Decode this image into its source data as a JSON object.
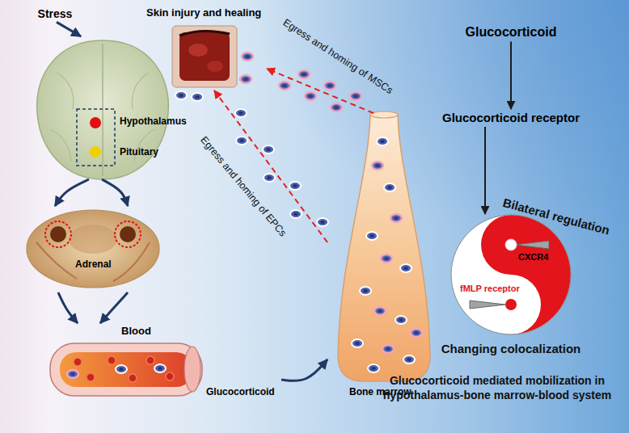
{
  "diagram": {
    "nodes": [
      {
        "text": [
          "Stress"
        ]
      },
      {
        "text": [
          "Hypothalamus",
          "Pituitary"
        ]
      },
      {
        "text": [
          "Adrenal"
        ]
      },
      {
        "text": [
          "Blood",
          "Glucocorticoid"
        ]
      },
      {
        "text": [
          "Bone marrow"
        ]
      },
      {
        "text": [
          "Skin injury and healing"
        ]
      },
      {
        "text": [
          "Glucocorticoid"
        ]
      },
      {
        "text": [
          "Glucocorticoid receptor"
        ]
      },
      {
        "text": [
          "CXCR4",
          "fMLP receptor"
        ]
      }
    ],
    "edges": [
      {
        "from": 0,
        "to": 1,
        "arrow": "to"
      },
      {
        "from": 1,
        "to": 2,
        "arrow": "to"
      },
      {
        "from": 2,
        "to": 3,
        "arrow": "to"
      },
      {
        "from": 3,
        "to": 4,
        "arrow": "to"
      },
      {
        "from": 4,
        "to": 5,
        "arrow": "to"
      },
      {
        "from": 6,
        "to": 7,
        "arrow": "to"
      },
      {
        "from": 7,
        "to": 8,
        "arrow": "to"
      }
    ],
    "labels": [
      "Egress and homing of MSCs",
      "Egress and homing of EPCs",
      "Bilateral regulation",
      "Changing colocalization",
      "Glucocorticoid mediated mobilization in hypothalamus-bone marrow-blood system"
    ]
  }
}
